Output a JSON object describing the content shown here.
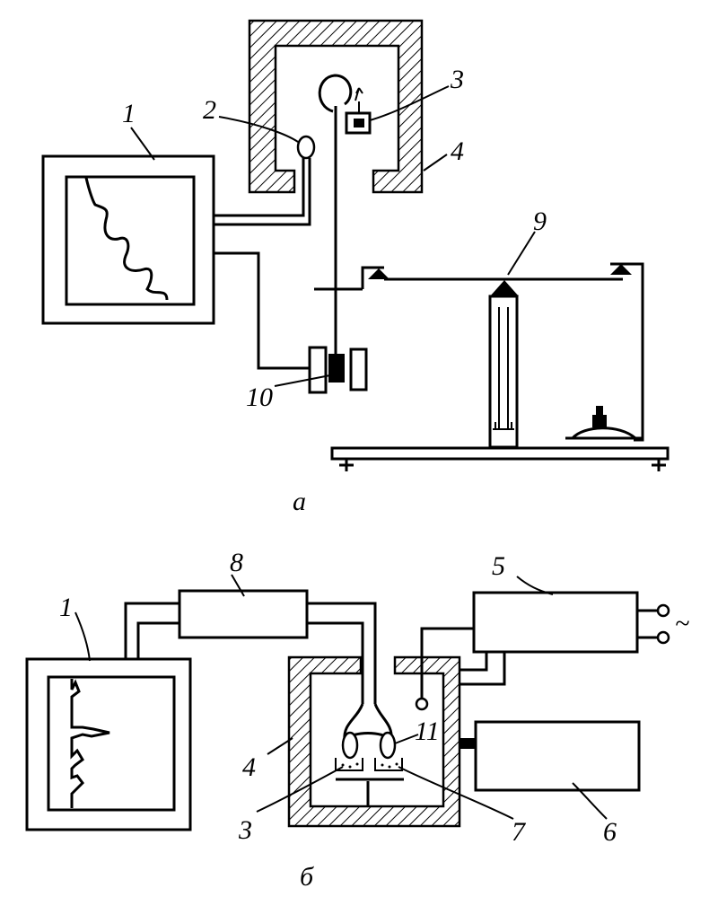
{
  "diagram_a": {
    "caption": "а",
    "labels": {
      "recorder": "1",
      "sensor": "2",
      "sample": "3",
      "furnace": "4",
      "balance_pivot": "9",
      "transducer": "10"
    }
  },
  "diagram_b": {
    "caption": "б",
    "labels": {
      "recorder": "1",
      "amplifier": "8",
      "power_unit": "5",
      "ac_symbol": "~",
      "furnace": "4",
      "sample": "3",
      "reference": "7",
      "thermocouple": "11",
      "controller": "6"
    }
  }
}
